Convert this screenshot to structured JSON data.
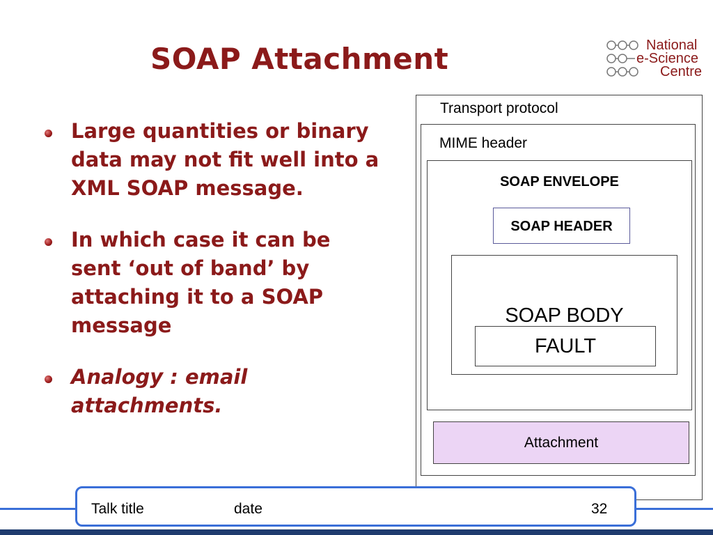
{
  "slide": {
    "title": "SOAP Attachment"
  },
  "logo": {
    "line1": "National",
    "line2": "e-Science",
    "line3": "Centre"
  },
  "bullets": [
    {
      "text": "Large quantities or binary data may not fit well into a XML SOAP message.",
      "italic": false
    },
    {
      "text": "In which case it can be sent ‘out of band’ by attaching it to a SOAP message",
      "italic": false
    },
    {
      "text": "Analogy : email attachments.",
      "italic": true
    }
  ],
  "diagram": {
    "transport_label": "Transport protocol",
    "mime_label": "MIME header",
    "envelope_label": "SOAP ENVELOPE",
    "header_label": "SOAP HEADER",
    "body_label": "SOAP BODY",
    "fault_label": "FAULT",
    "attachment_label": "Attachment"
  },
  "colors": {
    "title": "#8b1a1a",
    "attachment_fill": "#ecd5f5",
    "footer_border": "#3a6fd8",
    "footer_bar": "#1f3b6e"
  },
  "footer": {
    "talk_title": "Talk title",
    "date": "date",
    "page_number": "32"
  }
}
